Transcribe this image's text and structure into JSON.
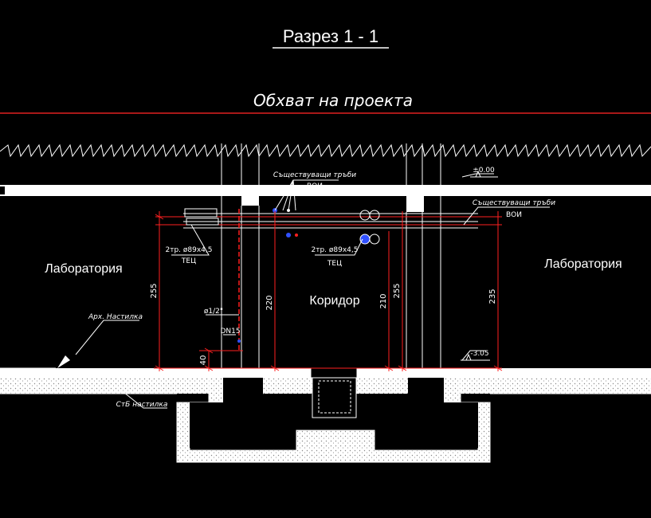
{
  "title": "Разрез 1 - 1",
  "scope_label": "Обхват на проекта",
  "rooms": {
    "left": "Лаборатория",
    "center": "Коридор",
    "right": "Лаборатория"
  },
  "labels": {
    "existing_pipes_top": "Съществуващи тръби",
    "voi_top": "ВОИ",
    "existing_pipes_right": "Съществуващи тръби",
    "voi_right": "ВОИ",
    "pipe_left": "2тр. ø89х4,5",
    "tec_left": "ТЕЦ",
    "pipe_center": "2тр. ø89х4,5",
    "tec_center": "ТЕЦ",
    "pipe_small": "ø1/2\"",
    "dn": "DN15",
    "arch_floor": "Арх. Настилка",
    "struct_floor": "СтБ настилка",
    "level_top": "±0.00",
    "level_bottom": "-3.05"
  },
  "dimensions": {
    "d255_left": "255",
    "d220": "220",
    "d210": "210",
    "d255_center": "255",
    "d235": "235",
    "d40": "40"
  },
  "colors": {
    "background": "#000000",
    "lines": "#ffffff",
    "dims": "#ff2020",
    "accent_blue": "#3050ff"
  }
}
